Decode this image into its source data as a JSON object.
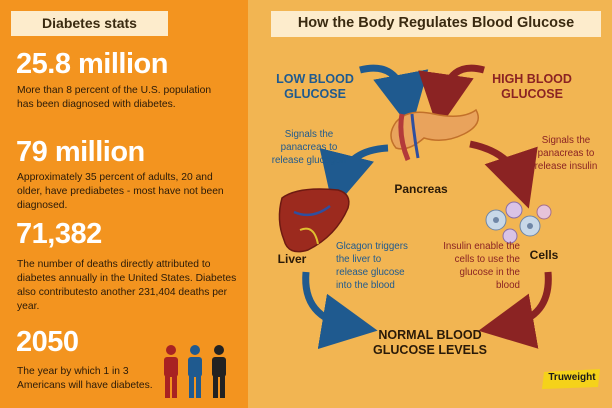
{
  "left": {
    "header": "Diabetes stats",
    "stats": [
      {
        "big": "25.8 million",
        "desc": "More than 8 percent of the U.S. population has been diagnosed with diabetes."
      },
      {
        "big": "79 million",
        "desc": "Approximately 35 percent of adults, 20 and older, have prediabetes - most have not been diagnosed."
      },
      {
        "big": "71,382",
        "desc": "The number of deaths directly attributed to diabetes annually in the United States. Diabetes also contributesto another 231,404 deaths per year."
      },
      {
        "big": "2050",
        "desc": "The year by which 1 in 3 Americans will have diabetes."
      }
    ],
    "people_colors": [
      "#a82222",
      "#1f5a8f",
      "#222222"
    ]
  },
  "right": {
    "header": "How  the Body Regulates Blood Glucose",
    "low_label": "LOW BLOOD GLUCOSE",
    "high_label": "HIGH BLOOD GLUCOSE",
    "normal_label": "NORMAL BLOOD GLUCOSE LEVELS",
    "pancreas": "Pancreas",
    "liver": "Liver",
    "cells": "Cells",
    "note_glucagon": "Signals the panacreas to release glucagon",
    "note_insulin": "Signals the panacreas to release insulin",
    "note_liver": "Glcagon triggers the liver to release glucose into the blood",
    "note_cells": "Insulin enable the cells to use the glucose in the blood",
    "brand": "Truweight"
  },
  "colors": {
    "blue": "#1f5a8f",
    "red": "#8b2323",
    "orange": "#f3941f"
  }
}
